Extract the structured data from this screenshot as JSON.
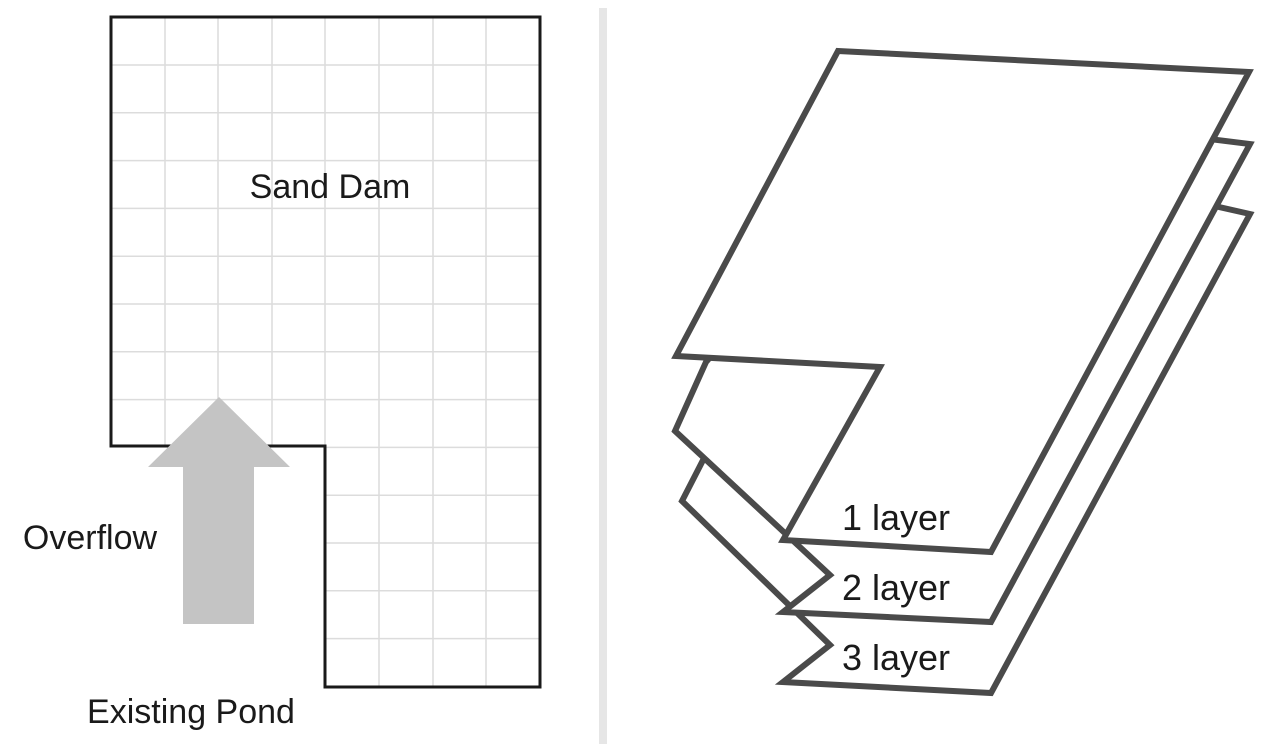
{
  "left_panel": {
    "sand_dam_label": "Sand Dam",
    "overflow_label": "Overflow",
    "existing_pond_label": "Existing Pond"
  },
  "right_panel": {
    "layers": [
      {
        "label": "1 layer"
      },
      {
        "label": "2 layer"
      },
      {
        "label": "3 layer"
      }
    ]
  },
  "colors": {
    "outline": "#1a1a1a",
    "grid": "#dcdcdc",
    "arrow": "#c4c4c4",
    "layer_stroke": "#4a4a4a",
    "divider": "#e6e6e6"
  }
}
